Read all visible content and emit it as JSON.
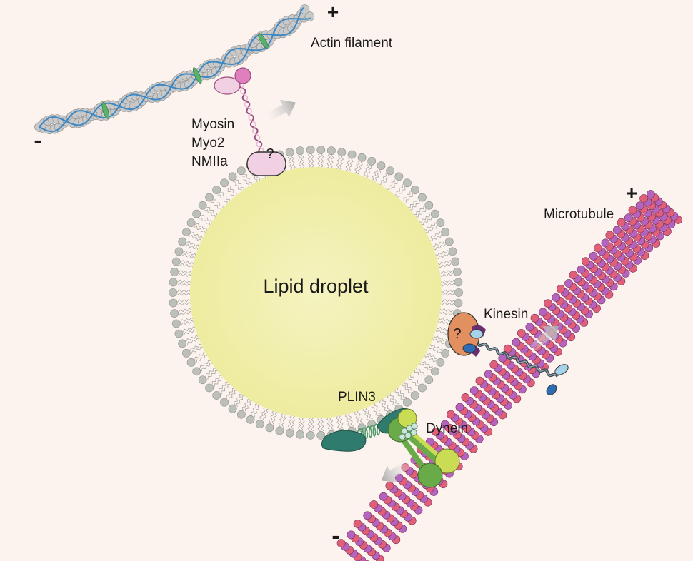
{
  "labels": {
    "actin_plus": "+",
    "actin_minus": "-",
    "actin_filament": "Actin filament",
    "myosin_lines": [
      "Myosin",
      "Myo2",
      "NMIIa"
    ],
    "myosin_unknown": "?",
    "lipid_droplet": "Lipid droplet",
    "microtubule": "Microtubule",
    "mt_plus": "+",
    "mt_minus": "-",
    "kinesin": "Kinesin",
    "kinesin_unknown": "?",
    "plin3": "PLIN3",
    "dynein": "Dynein"
  },
  "colors": {
    "background": "#fdf3ee",
    "droplet_core": "#f3f1b7",
    "lipid_head": "#bdc0b8",
    "actin_subunit": "#c9c9c9",
    "actin_strand": "#3b88c4",
    "tropomyosin": "#58b36a",
    "myosin_head": "#e07fbd",
    "myosin_light": "#f0d0e2",
    "mt_pink": "#e0607a",
    "mt_purple": "#b463be",
    "kinesin_adaptor": "#e39060",
    "kinesin_head_light": "#a7d3ea",
    "kinesin_head_dark": "#2e6cb3",
    "dynein_light": "#c9dc54",
    "dynein_dark": "#6aab49",
    "plin3": "#2f7b6d",
    "arrow": "#b8b8b8"
  }
}
